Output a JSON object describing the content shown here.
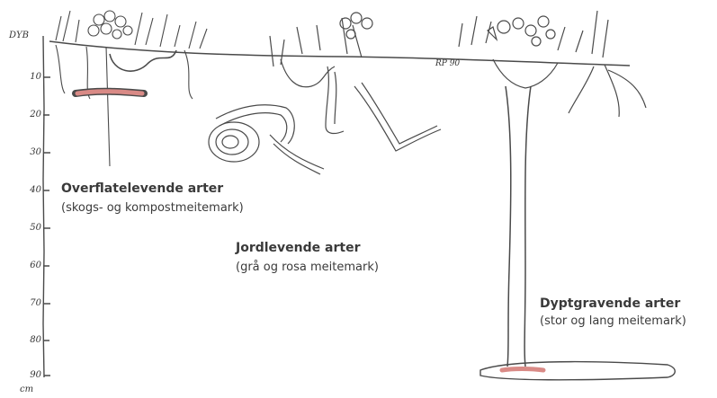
{
  "depth_axis": {
    "top_label": "DYB",
    "unit_label": "cm",
    "ticks": [
      "10",
      "20",
      "30",
      "40",
      "50",
      "60",
      "70",
      "80",
      "90"
    ]
  },
  "surface_note": "RP 90",
  "groups": [
    {
      "title": "Overflatelevende arter",
      "subtitle": "(skogs- og kompostmeitemark)"
    },
    {
      "title": "Jordlevende arter",
      "subtitle": "(grå og rosa meitemark)"
    },
    {
      "title": "Dyptgravende arter",
      "subtitle": "(stor og lang meitemark)"
    }
  ],
  "colors": {
    "line": "#4a4a4a",
    "worm": "#d98a86",
    "text": "#3a3a3a"
  }
}
